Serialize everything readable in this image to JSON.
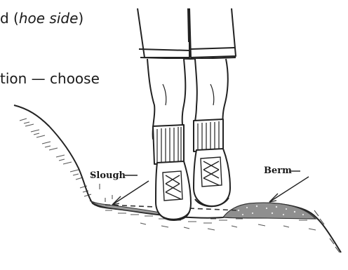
{
  "text": {
    "line1_prefix": "d (",
    "line1_italic": "hoe side",
    "line1_suffix": ")",
    "line2": "tion — choose"
  },
  "callouts": {
    "slough": "Slough",
    "berm": "Berm"
  }
}
